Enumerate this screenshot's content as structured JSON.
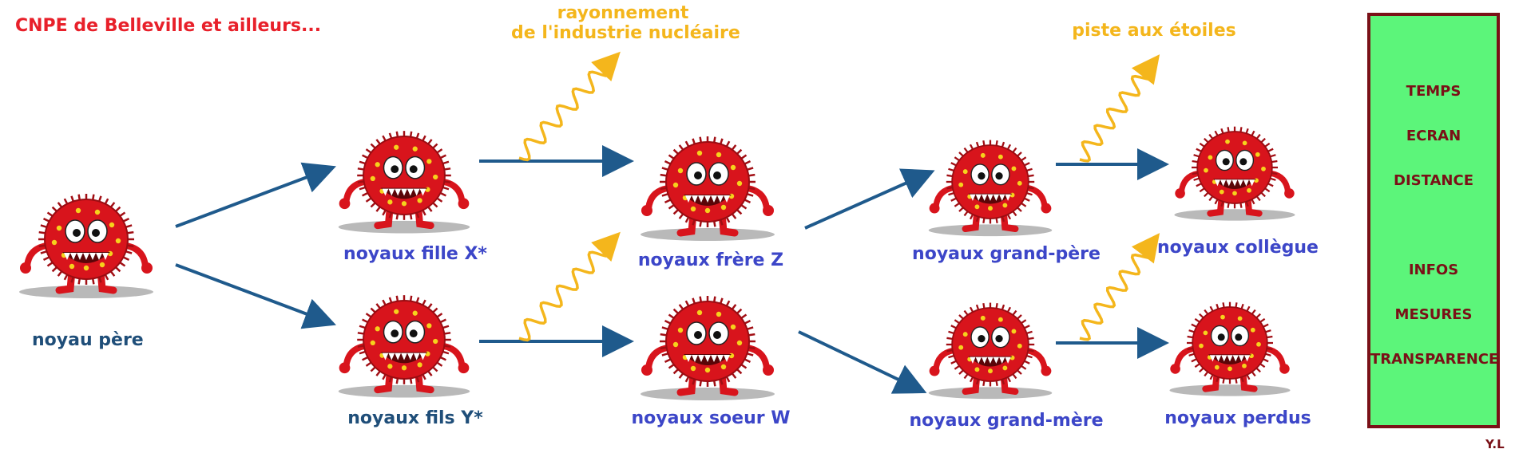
{
  "title": "CNPE de Belleville et ailleurs...",
  "annotations": {
    "industrie": [
      "rayonnement",
      "de l'industrie nucléaire"
    ],
    "etoiles": "piste aux étoiles"
  },
  "nodes": {
    "pere": "noyau père",
    "fille": "noyaux fille X*",
    "fils": "noyaux fils Y*",
    "frere": "noyaux frère Z",
    "soeur": "noyaux soeur W",
    "grand_pere": "noyaux grand-père",
    "grand_mere": "noyaux grand-mère",
    "collegue": "noyaux collègue",
    "perdus": "noyaux perdus"
  },
  "panel": {
    "items": [
      "TEMPS",
      "ECRAN",
      "DISTANCE",
      "INFOS",
      "MESURES",
      "TRANSPARENCE"
    ]
  },
  "signature": "Y.L",
  "colors": {
    "arrow": "#1f5a8c",
    "wave": "#f4b61c",
    "virus": "#d8141c",
    "panel_bg": "#5cf57a",
    "panel_border": "#7a1017"
  }
}
